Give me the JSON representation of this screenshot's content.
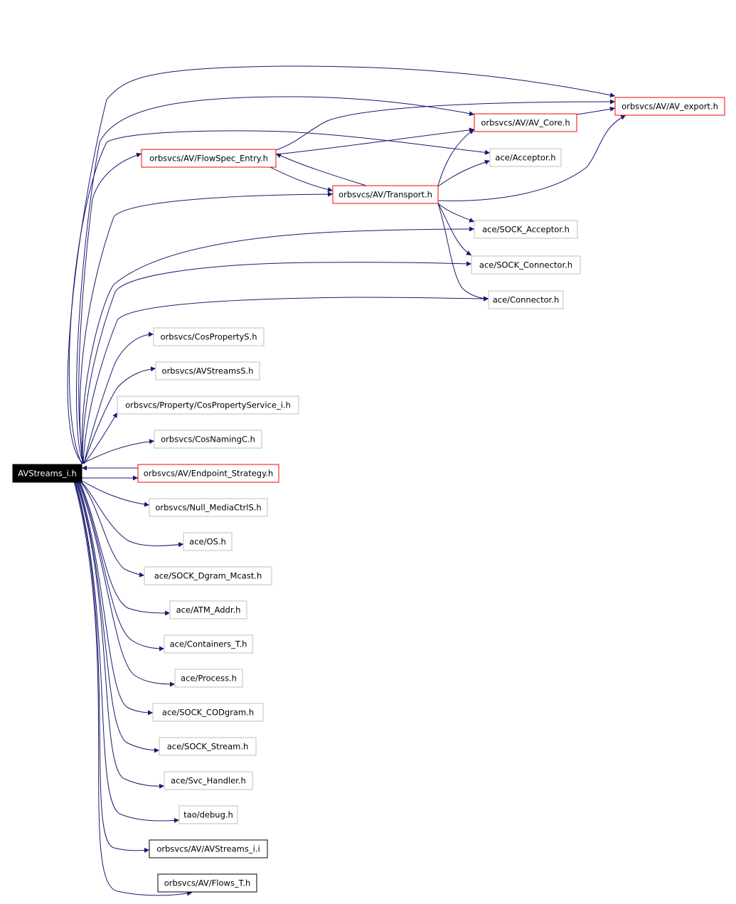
{
  "graph": {
    "root": "AVStreams_i.h",
    "nodes": {
      "root": {
        "label": "AVStreams_i.h",
        "style": "root"
      },
      "av_export": {
        "label": "orbsvcs/AV/AV_export.h",
        "style": "red"
      },
      "av_core": {
        "label": "orbsvcs/AV/AV_Core.h",
        "style": "red"
      },
      "flowspec": {
        "label": "orbsvcs/AV/FlowSpec_Entry.h",
        "style": "red"
      },
      "acceptor": {
        "label": "ace/Acceptor.h",
        "style": "gray"
      },
      "transport": {
        "label": "orbsvcs/AV/Transport.h",
        "style": "red"
      },
      "sock_acceptor": {
        "label": "ace/SOCK_Acceptor.h",
        "style": "gray"
      },
      "sock_connector": {
        "label": "ace/SOCK_Connector.h",
        "style": "gray"
      },
      "connector": {
        "label": "ace/Connector.h",
        "style": "gray"
      },
      "cosprops": {
        "label": "orbsvcs/CosPropertyS.h",
        "style": "gray"
      },
      "avstreamss": {
        "label": "orbsvcs/AVStreamsS.h",
        "style": "gray"
      },
      "cosprop_i": {
        "label": "orbsvcs/Property/CosPropertyService_i.h",
        "style": "gray"
      },
      "cosnamingc": {
        "label": "orbsvcs/CosNamingC.h",
        "style": "gray"
      },
      "endpoint": {
        "label": "orbsvcs/AV/Endpoint_Strategy.h",
        "style": "red"
      },
      "nullmedia": {
        "label": "orbsvcs/Null_MediaCtrlS.h",
        "style": "gray"
      },
      "os": {
        "label": "ace/OS.h",
        "style": "gray"
      },
      "dgram": {
        "label": "ace/SOCK_Dgram_Mcast.h",
        "style": "gray"
      },
      "atm": {
        "label": "ace/ATM_Addr.h",
        "style": "gray"
      },
      "containers": {
        "label": "ace/Containers_T.h",
        "style": "gray"
      },
      "process": {
        "label": "ace/Process.h",
        "style": "gray"
      },
      "codgram": {
        "label": "ace/SOCK_CODgram.h",
        "style": "gray"
      },
      "stream": {
        "label": "ace/SOCK_Stream.h",
        "style": "gray"
      },
      "svc": {
        "label": "ace/Svc_Handler.h",
        "style": "gray"
      },
      "debug": {
        "label": "tao/debug.h",
        "style": "gray"
      },
      "avstreams_i_i": {
        "label": "orbsvcs/AV/AVStreams_i.i",
        "style": "black"
      },
      "flows_t": {
        "label": "orbsvcs/AV/Flows_T.h",
        "style": "black"
      }
    },
    "edges": [
      [
        "root",
        "av_export"
      ],
      [
        "root",
        "av_core"
      ],
      [
        "root",
        "flowspec"
      ],
      [
        "root",
        "acceptor"
      ],
      [
        "root",
        "transport"
      ],
      [
        "root",
        "sock_acceptor"
      ],
      [
        "root",
        "sock_connector"
      ],
      [
        "root",
        "connector"
      ],
      [
        "root",
        "cosprops"
      ],
      [
        "root",
        "avstreamss"
      ],
      [
        "root",
        "cosprop_i"
      ],
      [
        "root",
        "cosnamingc"
      ],
      [
        "root",
        "endpoint"
      ],
      [
        "endpoint",
        "root"
      ],
      [
        "root",
        "nullmedia"
      ],
      [
        "root",
        "os"
      ],
      [
        "root",
        "dgram"
      ],
      [
        "root",
        "atm"
      ],
      [
        "root",
        "containers"
      ],
      [
        "root",
        "process"
      ],
      [
        "root",
        "codgram"
      ],
      [
        "root",
        "stream"
      ],
      [
        "root",
        "svc"
      ],
      [
        "root",
        "debug"
      ],
      [
        "root",
        "avstreams_i_i"
      ],
      [
        "root",
        "flows_t"
      ],
      [
        "av_core",
        "av_export"
      ],
      [
        "flowspec",
        "av_export"
      ],
      [
        "flowspec",
        "av_core"
      ],
      [
        "flowspec",
        "transport"
      ],
      [
        "transport",
        "av_core"
      ],
      [
        "transport",
        "av_export"
      ],
      [
        "transport",
        "flowspec"
      ],
      [
        "transport",
        "acceptor"
      ],
      [
        "transport",
        "sock_acceptor"
      ],
      [
        "transport",
        "sock_connector"
      ],
      [
        "transport",
        "connector"
      ]
    ],
    "colors": {
      "edge": "#191970",
      "root_fill": "#000000",
      "root_text": "#ffffff",
      "red_border": "#ff0000",
      "gray_border": "#bfbfbf",
      "black_border": "#000000"
    }
  }
}
